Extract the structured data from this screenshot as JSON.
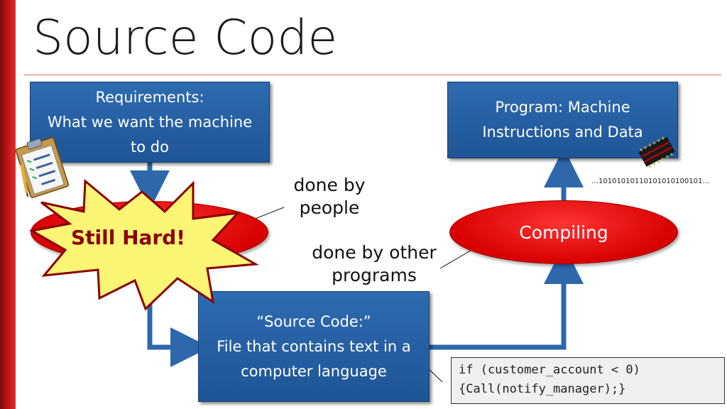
{
  "slide": {
    "title": "Source Code"
  },
  "requirements_box": {
    "line1": "Requirements:",
    "line2": "What we want the machine",
    "line3": "to do"
  },
  "program_box": {
    "line1": "Program: Machine",
    "line2": "Instructions and Data"
  },
  "source_box": {
    "line1": "“Source Code:”",
    "line2": "File that contains text in a",
    "line3": "computer language"
  },
  "compiling_oval": {
    "label": "Compiling"
  },
  "burst": {
    "label": "Still Hard!"
  },
  "callouts": {
    "people_line1": "done by",
    "people_line2": "people",
    "programs_line1": "done by other",
    "programs_line2": "programs"
  },
  "binary_text": "…10101010110101010100101…",
  "code_snippet": {
    "line1": "if (customer_account < 0)",
    "line2": "{Call(notify_manager);}"
  },
  "colors": {
    "box_blue": "#1e5596",
    "oval_red": "#d80000",
    "burst_yellow": "#fbf576",
    "burst_outline": "#8b0000",
    "sidebar_red": "#c81818"
  },
  "icons": {
    "clipboard": "clipboard-checklist-icon",
    "chip": "microchip-icon"
  }
}
